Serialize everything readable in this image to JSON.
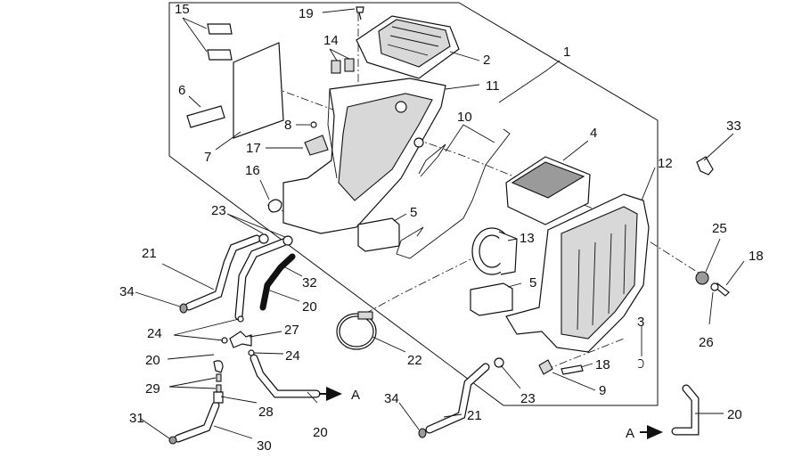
{
  "callouts": [
    "1",
    "2",
    "3",
    "4",
    "5",
    "5",
    "6",
    "7",
    "8",
    "9",
    "10",
    "11",
    "12",
    "13",
    "14",
    "15",
    "16",
    "17",
    "18",
    "18",
    "19",
    "20",
    "20",
    "20",
    "20",
    "21",
    "21",
    "22",
    "23",
    "23",
    "24",
    "24",
    "25",
    "26",
    "27",
    "28",
    "29",
    "30",
    "31",
    "32",
    "33",
    "34",
    "34"
  ],
  "arrow_labels": [
    "A",
    "A"
  ]
}
